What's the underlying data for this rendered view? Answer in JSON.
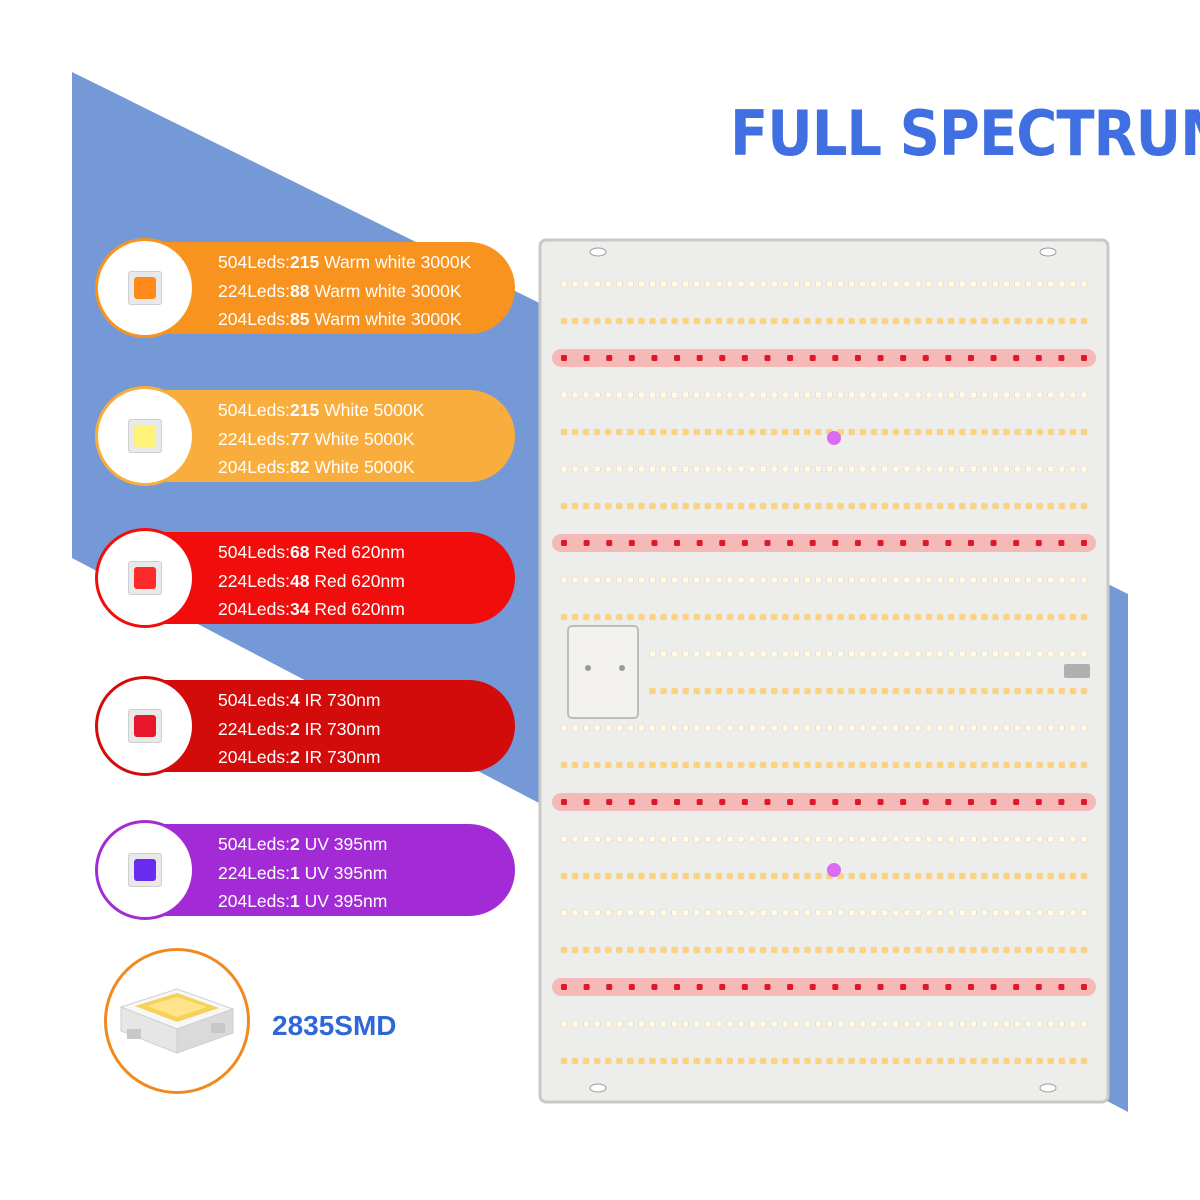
{
  "title": "FULL SPECTRUM",
  "colors": {
    "band": "#7499d6",
    "title": "#3f6fe0",
    "warm": "#f7931e",
    "white": "#f9ad3c",
    "red": "#f20d0d",
    "ir": "#d40b0b",
    "uv": "#a32bd6",
    "smd_ring": "#f08a1e"
  },
  "specs": [
    {
      "chip_icon": "warm-white-led-chip-icon",
      "lines": [
        {
          "model": "504Leds:",
          "count": "215",
          "desc": " Warm white 3000K"
        },
        {
          "model": "224Leds:",
          "count": "88",
          "desc": " Warm white 3000K"
        },
        {
          "model": "204Leds:",
          "count": "85",
          "desc": " Warm white 3000K"
        }
      ]
    },
    {
      "chip_icon": "white-led-chip-icon",
      "lines": [
        {
          "model": "504Leds:",
          "count": "215",
          "desc": " White 5000K"
        },
        {
          "model": "224Leds:",
          "count": "77",
          "desc": " White 5000K"
        },
        {
          "model": "204Leds:",
          "count": "82",
          "desc": " White 5000K"
        }
      ]
    },
    {
      "chip_icon": "red-led-chip-icon",
      "lines": [
        {
          "model": "504Leds:",
          "count": "68",
          "desc": " Red 620nm"
        },
        {
          "model": "224Leds:",
          "count": "48",
          "desc": " Red 620nm"
        },
        {
          "model": "204Leds:",
          "count": "34",
          "desc": " Red 620nm"
        }
      ]
    },
    {
      "chip_icon": "ir-led-chip-icon",
      "lines": [
        {
          "model": "504Leds:",
          "count": "4",
          "desc": " IR 730nm"
        },
        {
          "model": "224Leds:",
          "count": "2",
          "desc": " IR 730nm"
        },
        {
          "model": "204Leds:",
          "count": "2",
          "desc": " IR 730nm"
        }
      ]
    },
    {
      "chip_icon": "uv-led-chip-icon",
      "lines": [
        {
          "model": "504Leds:",
          "count": "2",
          "desc": " UV 395nm"
        },
        {
          "model": "224Leds:",
          "count": "1",
          "desc": " UV 395nm"
        },
        {
          "model": "204Leds:",
          "count": "1",
          "desc": " UV 395nm"
        }
      ]
    }
  ],
  "smd_label": "2835SMD"
}
